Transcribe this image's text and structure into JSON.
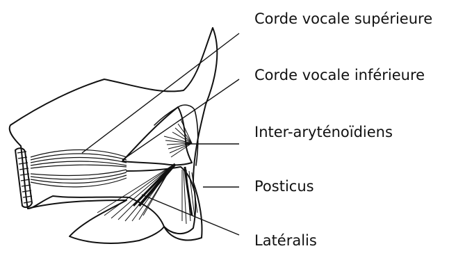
{
  "labels": [
    "Corde vocale supérieure",
    "Corde vocale inférieure",
    "Inter-aryténoïdiens",
    "Posticus",
    "Latéralis"
  ]
}
